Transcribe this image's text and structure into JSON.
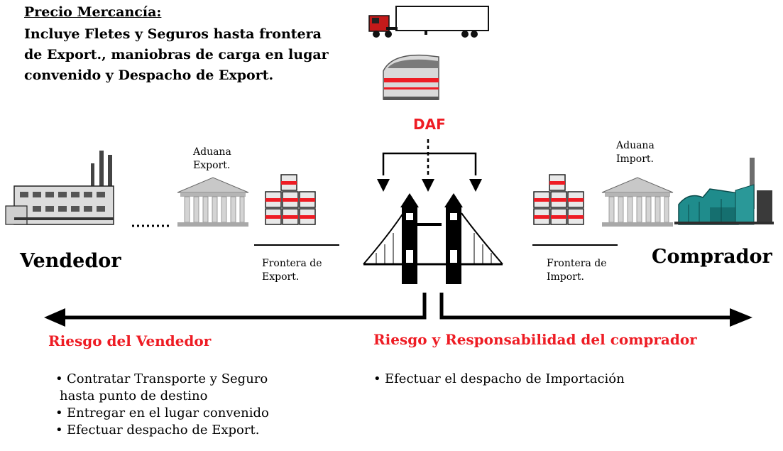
{
  "header": {
    "title": "Precio Mercancía:",
    "description": "Incluye Fletes y Seguros hasta frontera de Export., maniobras de carga en lugar convenido y Despacho de Export."
  },
  "term": "DAF",
  "seller": {
    "name": "Vendedor",
    "customs": [
      "Aduana",
      "Export."
    ],
    "border": [
      "Frontera de",
      "Export."
    ],
    "risk_title": "Riesgo del Vendedor",
    "duties": [
      "Contratar Transporte y Seguro",
      "Entregar en el lugar convenido",
      "Efectuar despacho de Export."
    ],
    "duty_continuation": "hasta punto de destino"
  },
  "buyer": {
    "name": "Comprador",
    "customs": [
      "Aduana",
      "Import."
    ],
    "border": [
      "Frontera de",
      "Import."
    ],
    "risk_title": "Riesgo y Responsabilidad del comprador",
    "duties": [
      "Efectuar el despacho de Importación"
    ]
  },
  "colors": {
    "accent": "#ee1c24",
    "ink": "#000000"
  },
  "icons": [
    "truck-icon",
    "train-icon",
    "factory-icon",
    "customs-building-icon",
    "cargo-containers-icon",
    "bridge-icon",
    "industrial-plant-icon"
  ]
}
